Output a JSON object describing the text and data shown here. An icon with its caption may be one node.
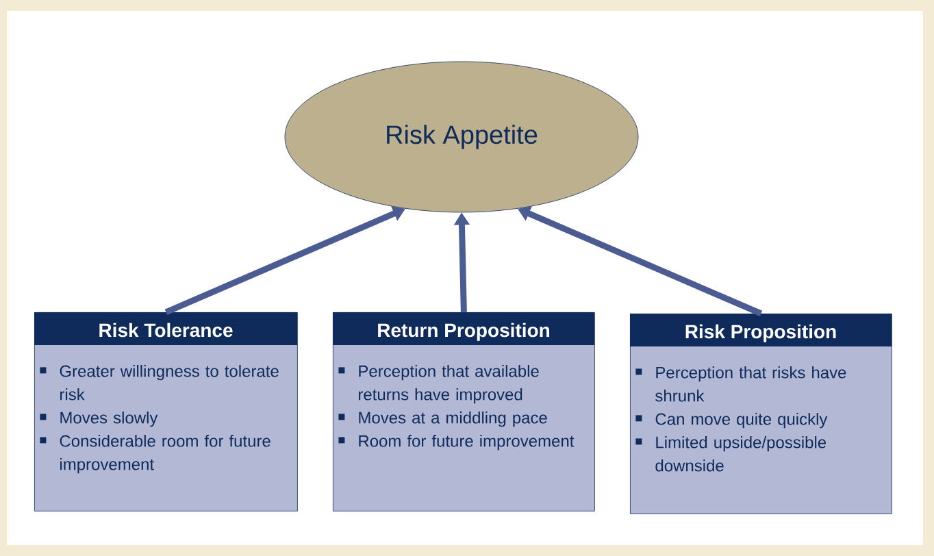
{
  "diagram": {
    "nodes": [
      {
        "text": [
          "Risk Appetite"
        ]
      },
      {
        "text": [
          "Risk Tolerance",
          "Greater willingness to tolerate risk",
          "Moves slowly",
          "Considerable room for future improvement"
        ]
      },
      {
        "text": [
          "Return Proposition",
          "Perception that available returns have improved",
          "Moves at a middling pace",
          "Room for future improvement"
        ]
      },
      {
        "text": [
          "Risk Proposition",
          "Perception that risks have shrunk",
          "Can move quite quickly",
          "Limited upside/possible downside"
        ]
      }
    ],
    "edges": [
      {
        "from": 1,
        "to": 0,
        "arrow": "to"
      },
      {
        "from": 2,
        "to": 0,
        "arrow": "to"
      },
      {
        "from": 3,
        "to": 0,
        "arrow": "to"
      }
    ]
  }
}
